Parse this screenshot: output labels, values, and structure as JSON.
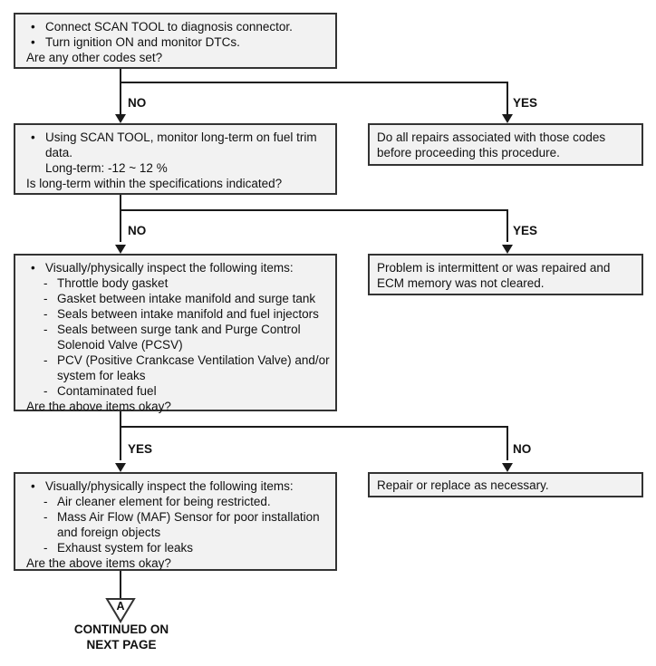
{
  "glyphs": {
    "bullet": "•",
    "dash": "-"
  },
  "boxes": {
    "box1": {
      "bullets": [
        "Connect SCAN TOOL to diagnosis connector.",
        "Turn ignition ON and monitor DTCs."
      ],
      "question": "Are any other codes set?"
    },
    "box2": {
      "bullet": "Using SCAN TOOL, monitor long-term on fuel trim data.",
      "spec": "Long-term: -12 ~ 12 %",
      "question": "Is long-term within the specifications indicated?"
    },
    "box3": {
      "bullet": "Visually/physically inspect the following items:",
      "items": [
        "Throttle body gasket",
        "Gasket between intake manifold and surge tank",
        "Seals between intake manifold and fuel injectors",
        "Seals between surge tank and Purge Control Solenoid Valve (PCSV)",
        "PCV (Positive Crankcase Ventilation Valve) and/or system for leaks",
        "Contaminated fuel"
      ],
      "question": "Are the above items okay?"
    },
    "box4": {
      "bullet": "Visually/physically inspect the following items:",
      "items": [
        "Air cleaner element for being restricted.",
        "Mass Air Flow (MAF) Sensor for poor installation and foreign objects",
        "Exhaust system for leaks"
      ],
      "question": "Are the above items okay?"
    },
    "right1": {
      "text": "Do all repairs associated with those codes before proceeding this procedure."
    },
    "right2": {
      "text": "Problem is intermittent or was repaired and ECM memory was not cleared."
    },
    "right3": {
      "text": "Repair or replace as necessary."
    }
  },
  "branch_labels": {
    "branch1_left": "NO",
    "branch1_right": "YES",
    "branch2_left": "NO",
    "branch2_right": "YES",
    "branch3_left": "YES",
    "branch3_right": "NO"
  },
  "offpage_connector": {
    "letter": "A",
    "caption_line1": "CONTINUED ON",
    "caption_line2": "NEXT PAGE"
  },
  "colors": {
    "box_fill": "#f2f2f2",
    "box_border": "#333333",
    "line": "#1a1a1a",
    "text": "#111111"
  }
}
